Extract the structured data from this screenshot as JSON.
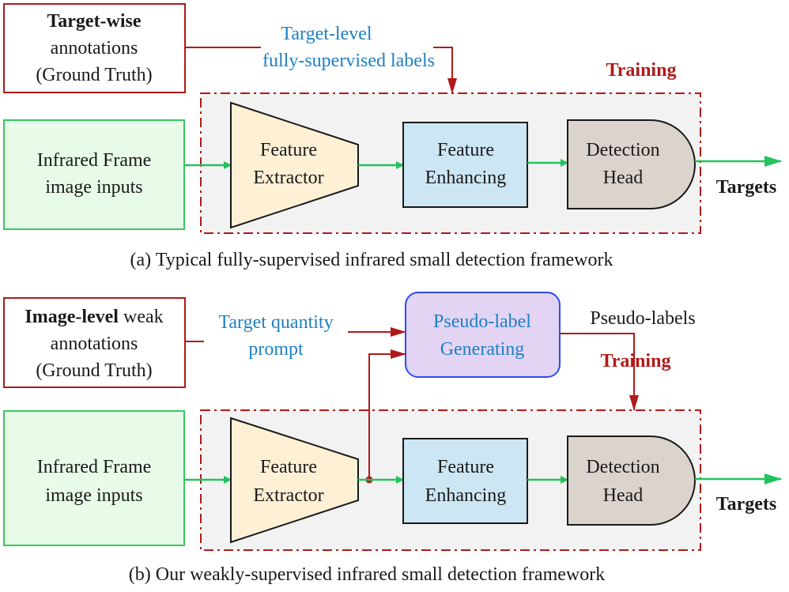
{
  "colors": {
    "red": "#b01a1a",
    "green_arrow": "#22c35e",
    "green_box": "#e8fbe8",
    "green_border": "#38c760",
    "feature_extractor": "#fdf0d5",
    "feature_enhancing": "#cde6f4",
    "detection_head": "#dbd4cd",
    "pseudo_label": "#e2d4f2",
    "pseudo_border": "#2a4df0",
    "blue_text": "#1e7fc4",
    "training_panel": "#f2f2f2"
  },
  "panel_a": {
    "annotation_bold": "Target-wise",
    "annotation_line2": "annotations",
    "annotation_line3": "(Ground Truth)",
    "label_line1": "Target-level",
    "label_line2": "fully-supervised labels",
    "training": "Training",
    "input_line1": "Infrared Frame",
    "input_line2": "image inputs",
    "extractor_line1": "Feature",
    "extractor_line2": "Extractor",
    "enhancing_line1": "Feature",
    "enhancing_line2": "Enhancing",
    "head_line1": "Detection",
    "head_line2": "Head",
    "output": "Targets",
    "caption": "(a) Typical fully-supervised infrared small detection framework"
  },
  "panel_b": {
    "annotation_bold": "Image-level",
    "annotation_rest": " weak",
    "annotation_line2": "annotations",
    "annotation_line3": "(Ground Truth)",
    "prompt_line1": "Target quantity",
    "prompt_line2": "prompt",
    "pseudo_line1": "Pseudo-label",
    "pseudo_line2": "Generating",
    "pseudo_labels": "Pseudo-labels",
    "training": "Training",
    "input_line1": "Infrared Frame",
    "input_line2": "image inputs",
    "extractor_line1": "Feature",
    "extractor_line2": "Extractor",
    "enhancing_line1": "Feature",
    "enhancing_line2": "Enhancing",
    "head_line1": "Detection",
    "head_line2": "Head",
    "output": "Targets",
    "caption": "(b) Our weakly-supervised infrared small detection framework"
  }
}
